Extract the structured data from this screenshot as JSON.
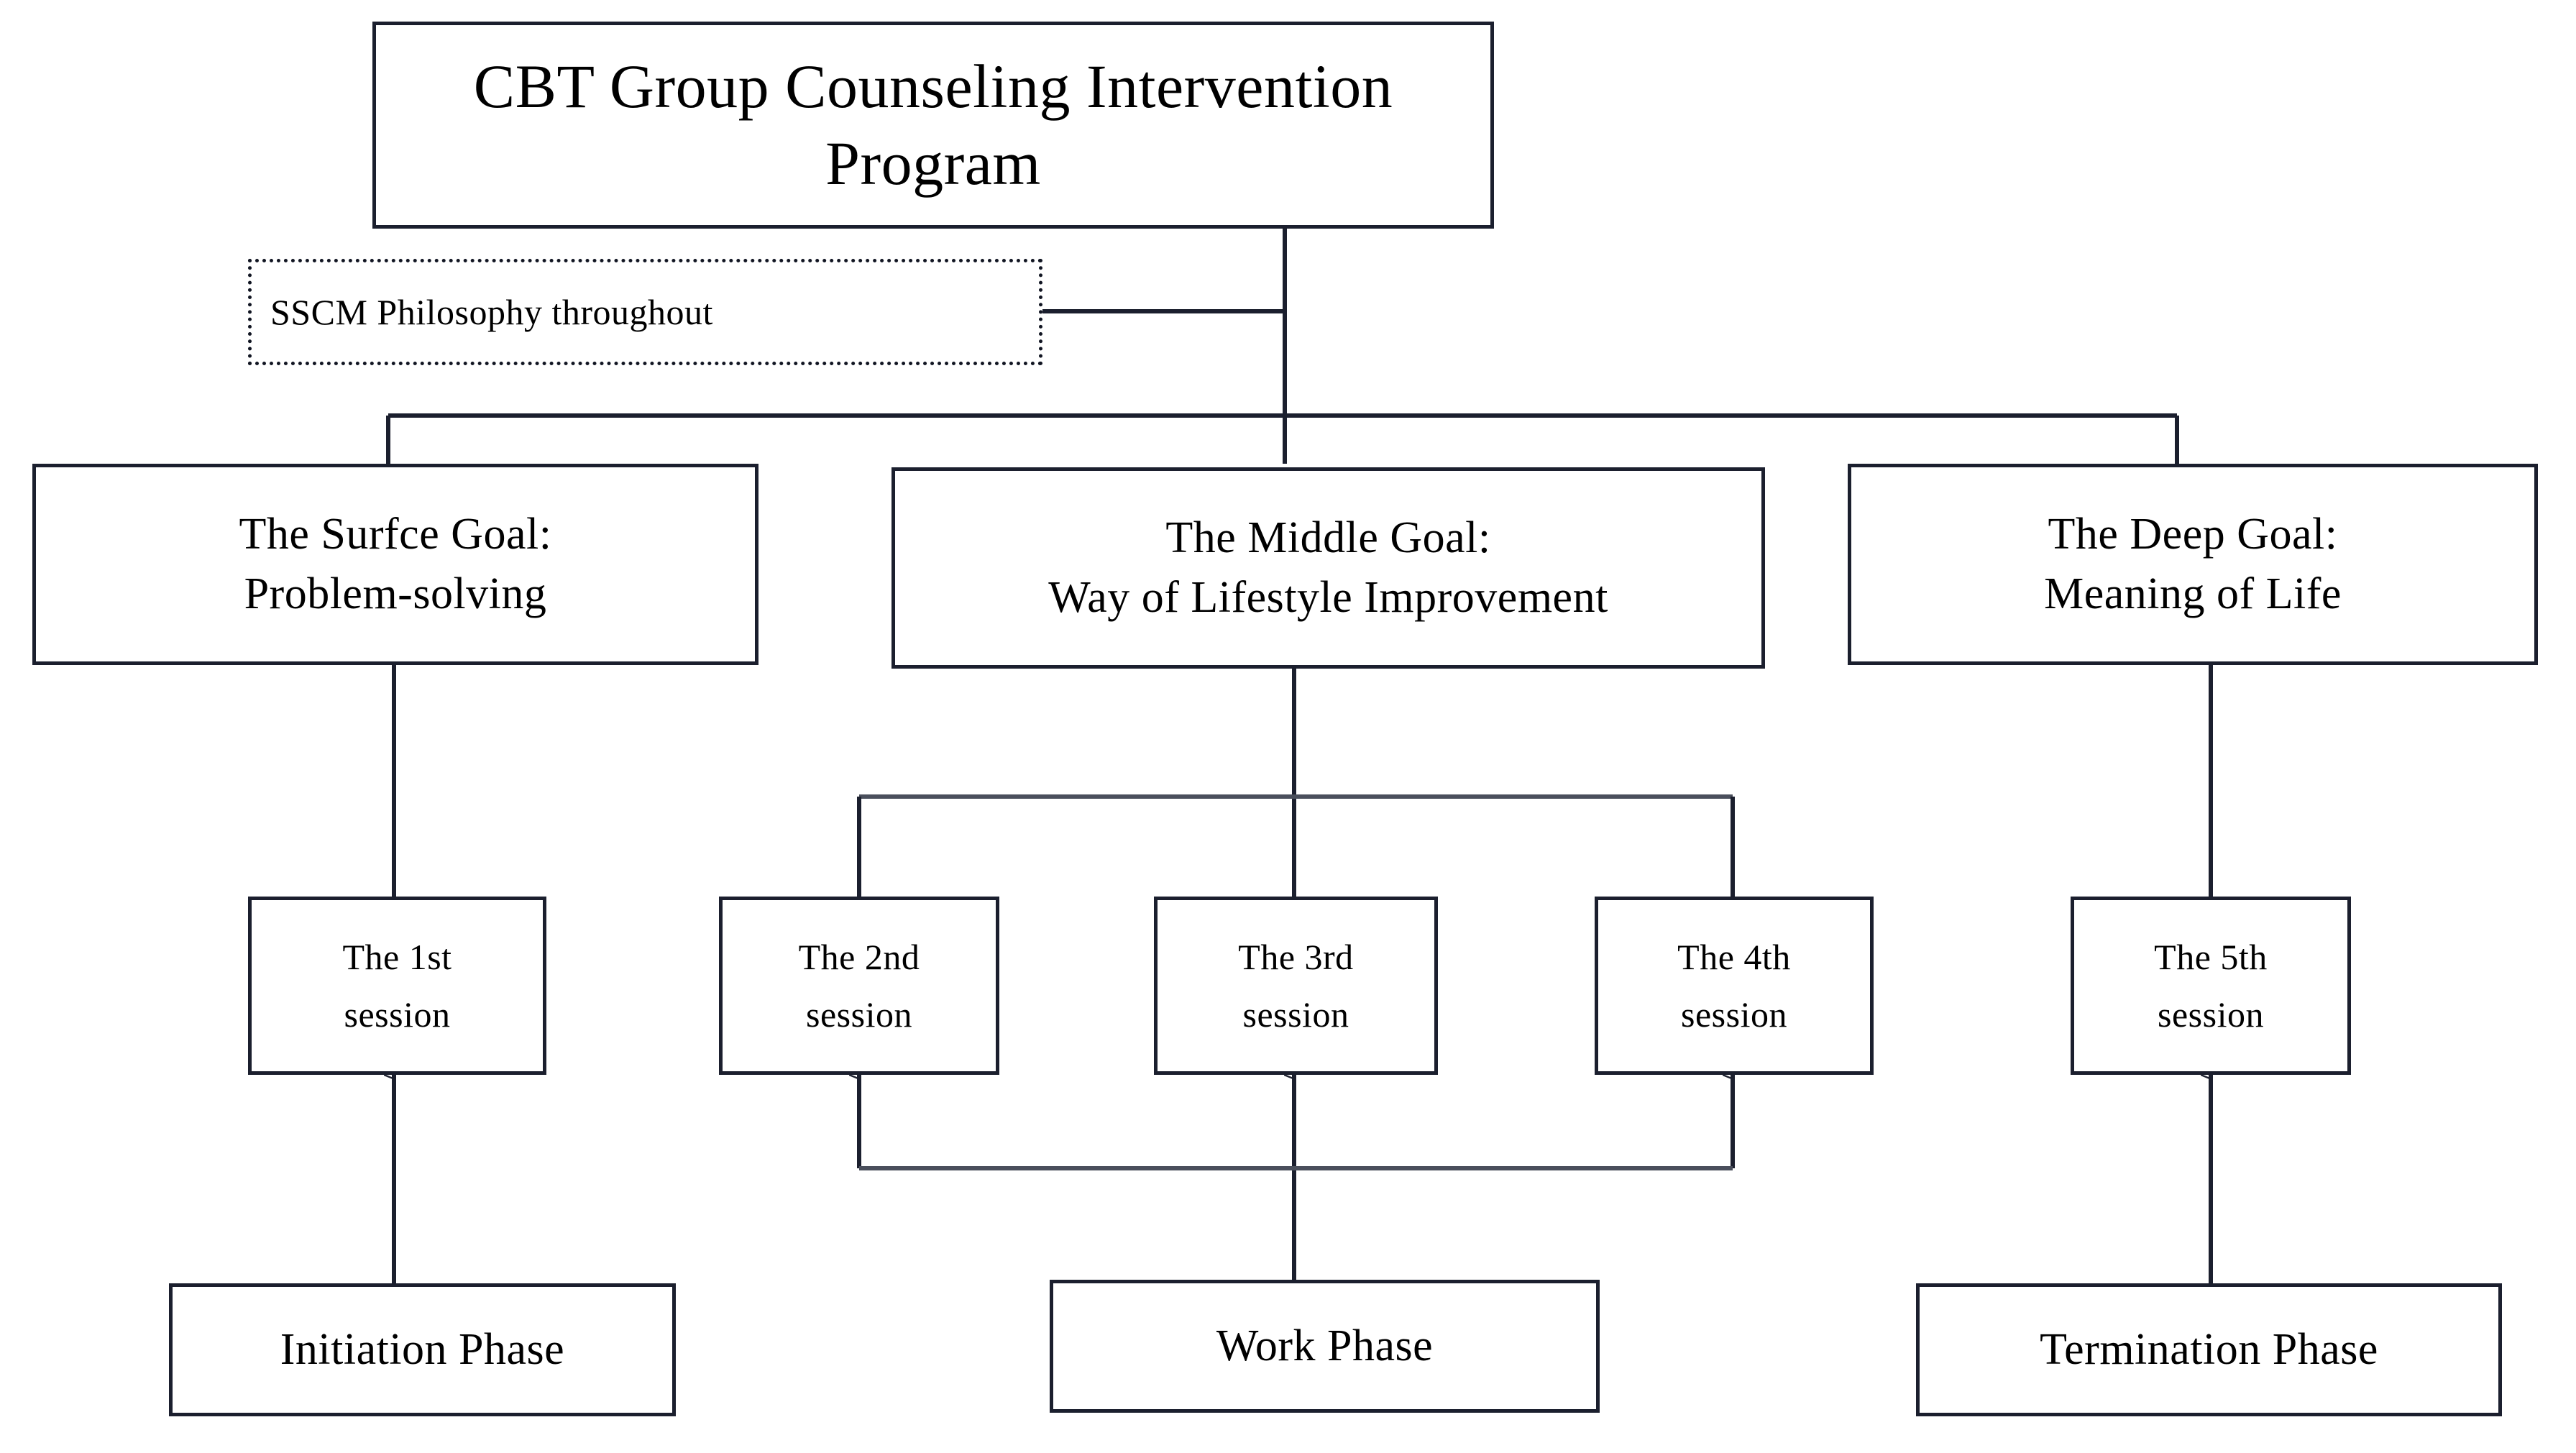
{
  "diagram": {
    "title_box": {
      "label": "CBT  Group Counseling Intervention Program"
    },
    "philosophy_box": {
      "label": "SSCM Philosophy  throughout"
    },
    "goals": [
      {
        "line1": "The Surfce  Goal:",
        "line2": "Problem-solving"
      },
      {
        "line1": "The Middle Goal:",
        "line2": "Way of Lifestyle Improvement"
      },
      {
        "line1": "The Deep Goal:",
        "line2": "Meaning of Life"
      }
    ],
    "sessions": [
      {
        "line1": "The 1st",
        "line2": "session"
      },
      {
        "line1": "The 2nd",
        "line2": "session"
      },
      {
        "line1": "The 3rd",
        "line2": "session"
      },
      {
        "line1": "The 4th",
        "line2": "session"
      },
      {
        "line1": "The 5th",
        "line2": "session"
      }
    ],
    "phases": [
      {
        "label": "Initiation Phase"
      },
      {
        "label": "Work Phase"
      },
      {
        "label": "Termination Phase"
      }
    ],
    "colors": {
      "line": "#1b1f2e",
      "background": "#ffffff",
      "text": "#000000"
    }
  }
}
